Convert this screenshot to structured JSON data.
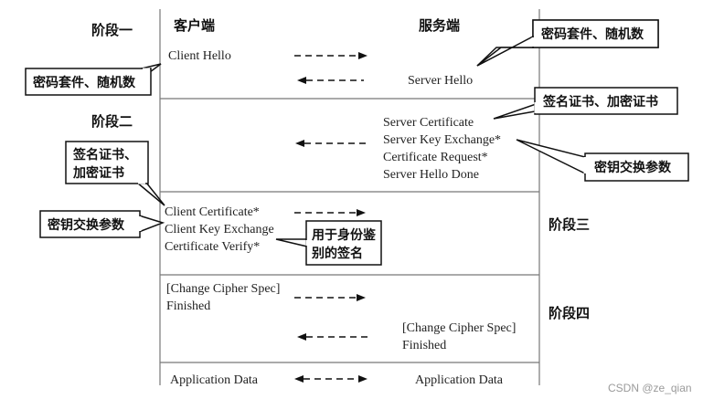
{
  "headers": {
    "client": "客户端",
    "server": "服务端"
  },
  "phases": {
    "p1": "阶段一",
    "p2": "阶段二",
    "p3": "阶段三",
    "p4": "阶段四"
  },
  "messages": {
    "client_hello": "Client Hello",
    "server_hello": "Server Hello",
    "server_certificate": "Server Certificate",
    "server_key_exchange": "Server Key Exchange*",
    "certificate_request": "Certificate Request*",
    "server_hello_done": "Server Hello Done",
    "client_certificate": "Client Certificate*",
    "client_key_exchange": "Client Key Exchange",
    "certificate_verify": "Certificate Verify*",
    "client_ccs": "[Change Cipher Spec]",
    "client_finished": "Finished",
    "server_ccs": "[Change Cipher Spec]",
    "server_finished": "Finished",
    "app_data_client": "Application Data",
    "app_data_server": "Application Data"
  },
  "callouts": {
    "server_suite": "密码套件、随机数",
    "client_suite": "密码套件、随机数",
    "server_certs": "签名证书、加密证书",
    "client_certs_line1": "签名证书、",
    "client_certs_line2": "加密证书",
    "server_keyparams": "密钥交换参数",
    "client_keyparams": "密钥交换参数",
    "verify_line1": "用于身份鉴",
    "verify_line2": "别的签名"
  },
  "watermark": "CSDN @ze_qian"
}
